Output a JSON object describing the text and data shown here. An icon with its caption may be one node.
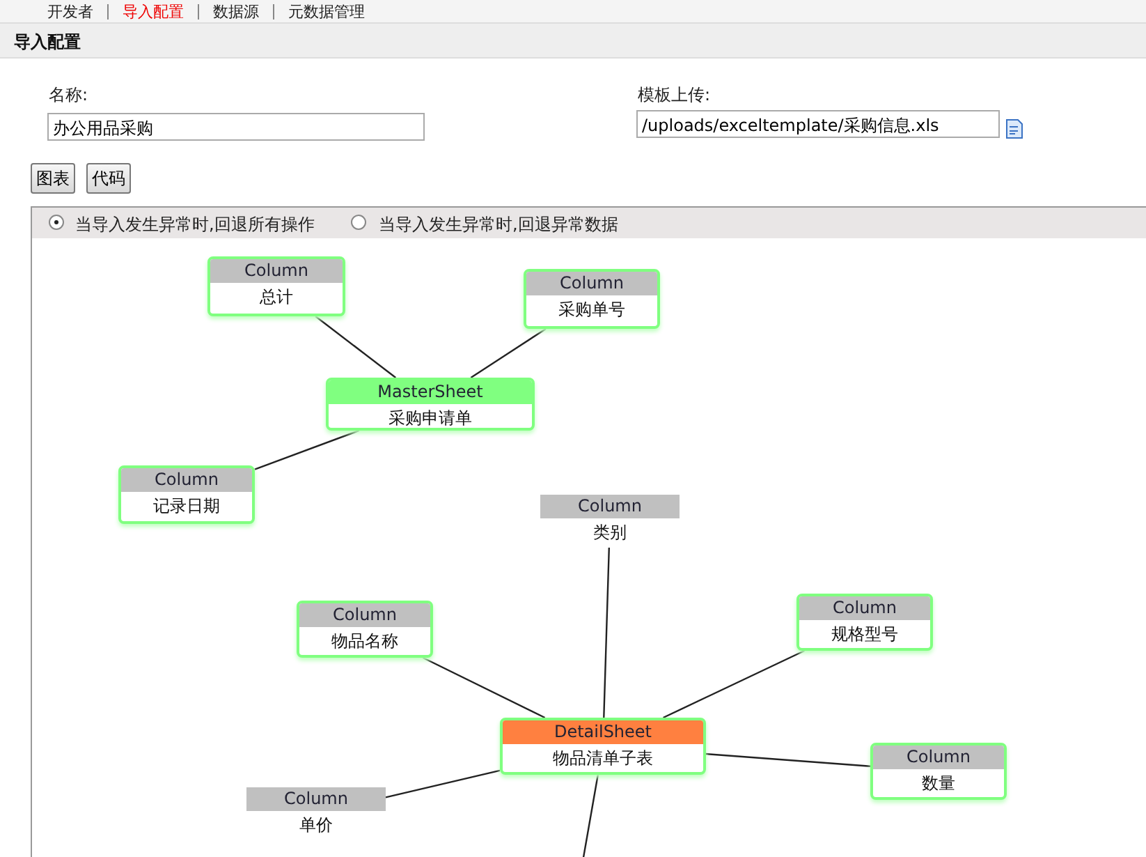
{
  "diagram": {
    "nodes": [
      {
        "text": [
          "Column",
          "总计"
        ]
      },
      {
        "text": [
          "Column",
          "采购单号"
        ]
      },
      {
        "text": [
          "MasterSheet",
          "采购申请单"
        ]
      },
      {
        "text": [
          "Column",
          "记录日期"
        ]
      },
      {
        "text": [
          "Column",
          "类别"
        ]
      },
      {
        "text": [
          "Column",
          "物品名称"
        ]
      },
      {
        "text": [
          "Column",
          "规格型号"
        ]
      },
      {
        "text": [
          "DetailSheet",
          "物品清单子表"
        ]
      },
      {
        "text": [
          "Column",
          "数量"
        ]
      },
      {
        "text": [
          "Column",
          "单价"
        ]
      }
    ],
    "edges": [
      {
        "from": 0,
        "to": 2,
        "arrow": "none"
      },
      {
        "from": 1,
        "to": 2,
        "arrow": "none"
      },
      {
        "from": 3,
        "to": 2,
        "arrow": "none"
      },
      {
        "from": 4,
        "to": 7,
        "arrow": "none"
      },
      {
        "from": 5,
        "to": 7,
        "arrow": "none"
      },
      {
        "from": 6,
        "to": 7,
        "arrow": "none"
      },
      {
        "from": 7,
        "to": 8,
        "arrow": "none"
      },
      {
        "from": 9,
        "to": 7,
        "arrow": "none"
      },
      {
        "from": 7,
        "to": null,
        "arrow": "none"
      }
    ],
    "labels": [
      "开发者",
      "导入配置",
      "数据源",
      "元数据管理",
      "导入配置",
      "名称:",
      "办公用品采购",
      "模板上传:",
      "/uploads/exceltemplate/采购信息.xls",
      "图表",
      "代码",
      "当导入发生异常时,回退所有操作",
      "当导入发生异常时,回退异常数据"
    ]
  }
}
